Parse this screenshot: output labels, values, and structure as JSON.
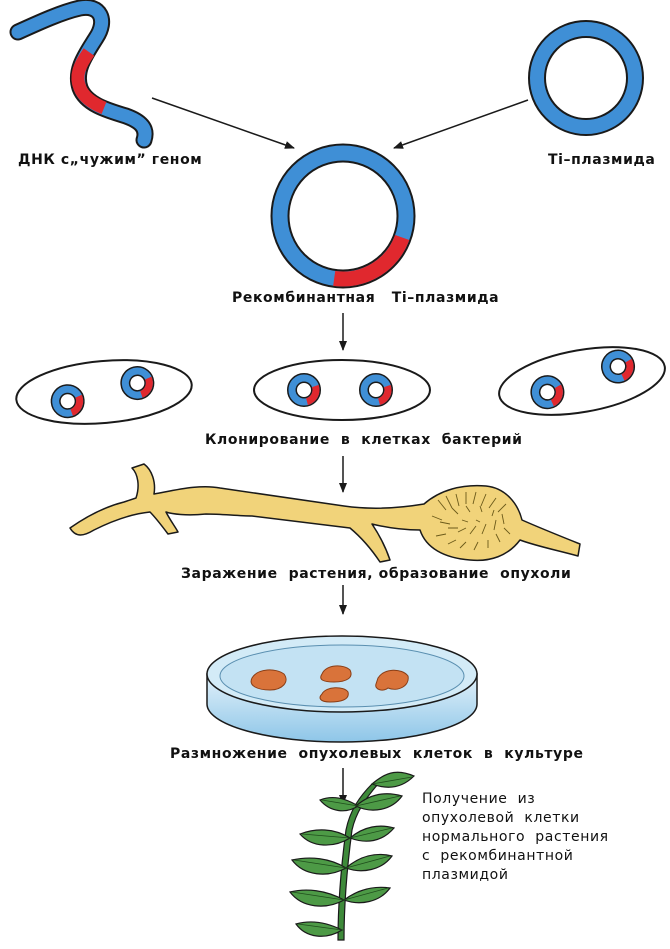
{
  "labels": {
    "dna": "ДНК с„чужим” геном",
    "ti_plasmid": "Ti–плазмида",
    "recombinant": "Рекомбинантная   Ti–плазмида",
    "cloning": "Клонирование  в  клетках  бактерий",
    "infection": "Заражение  растения, образование  опухоли",
    "culture": "Размножение  опухолевых  клеток  в  культуре",
    "result_lines": [
      "Получение  из",
      "опухолевой  клетки",
      "нормального  растения",
      "с  рекомбинантной",
      "плазмидой"
    ]
  },
  "colors": {
    "dna_blue": "#3f8fd6",
    "gene_red": "#e0282e",
    "outline": "#1a1a1a",
    "tumor_yellow": "#f1d37a",
    "dish_blue": "#bfe0f2",
    "colony_orange": "#d9733a",
    "leaf_green": "#3e8a3a"
  }
}
